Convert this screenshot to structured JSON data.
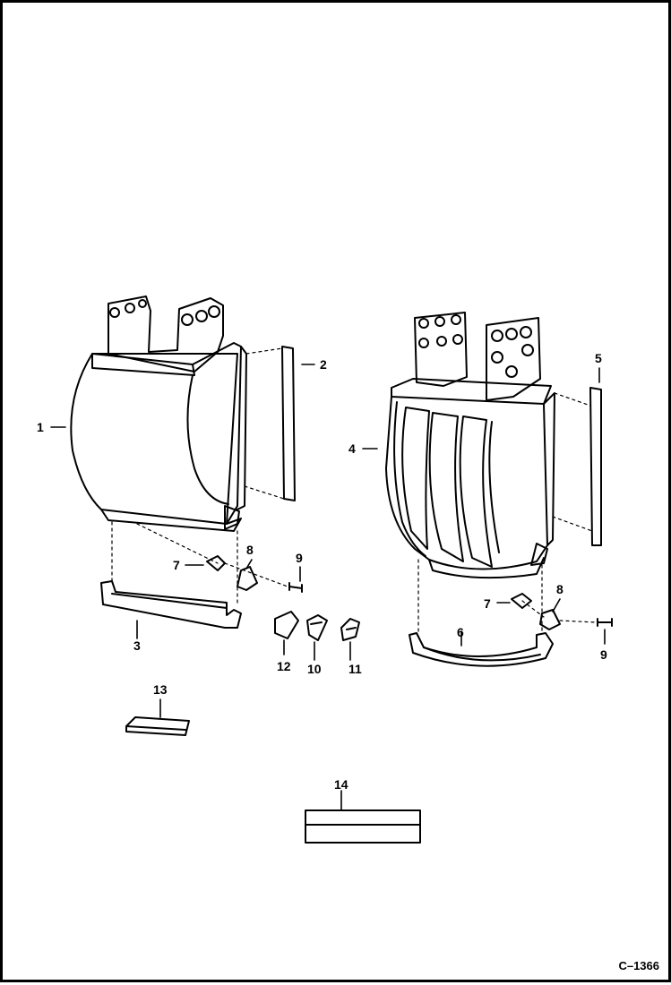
{
  "callouts": {
    "c1": "1",
    "c2": "2",
    "c3": "3",
    "c4": "4",
    "c5": "5",
    "c6": "6",
    "c7a": "7",
    "c7b": "7",
    "c8a": "8",
    "c8b": "8",
    "c9a": "9",
    "c9b": "9",
    "c10": "10",
    "c11": "11",
    "c12": "12",
    "c13": "13",
    "c14": "14"
  },
  "figure_code": "C–1366"
}
